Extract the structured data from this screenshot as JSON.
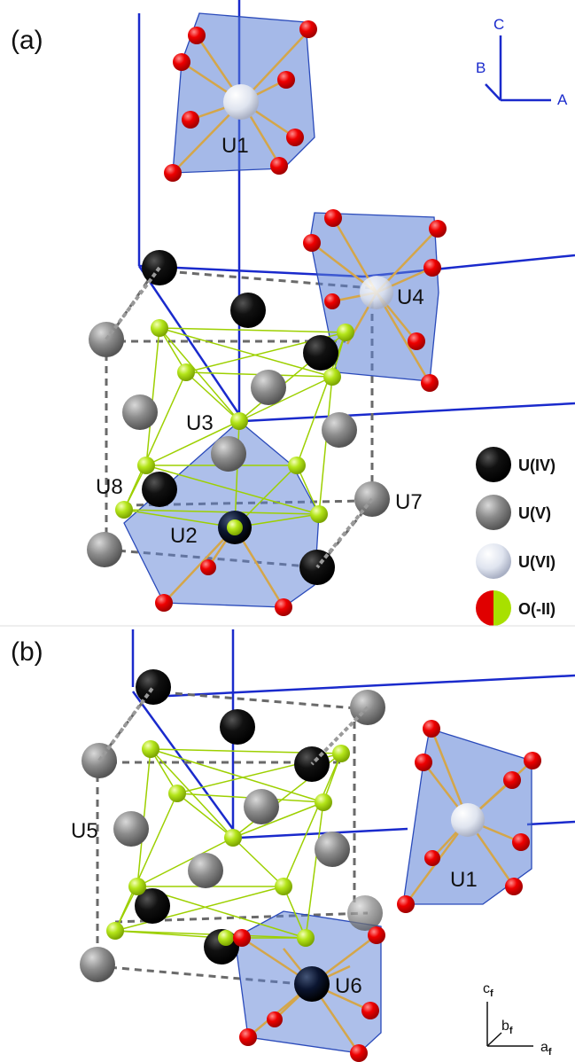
{
  "panels": {
    "a": {
      "label": "(a)",
      "axes": {
        "a": "A",
        "b": "B",
        "c": "C"
      },
      "atoms": {
        "U1": "U1",
        "U2": "U2",
        "U3": "U3",
        "U4": "U4",
        "U7": "U7",
        "U8": "U8"
      }
    },
    "b": {
      "label": "(b)",
      "axes": {
        "a": "a",
        "a_sub": "f",
        "b": "b",
        "b_sub": "f",
        "c": "c",
        "c_sub": "f"
      },
      "atoms": {
        "U5": "U5",
        "U6": "U6",
        "U1": "U1"
      }
    }
  },
  "legend": [
    {
      "key": "uiv",
      "label": "U(IV)",
      "color": "#000000"
    },
    {
      "key": "uv",
      "label": "U(V)",
      "color": "#8a8a8a"
    },
    {
      "key": "uvi",
      "label": "U(VI)",
      "color": "#f2f2f2"
    },
    {
      "key": "o",
      "label": "O(-II)",
      "colors": [
        "#e00000",
        "#a8e000"
      ]
    }
  ],
  "colors": {
    "cell_edge": "#1a2acc",
    "polyhedron_fill": "#5b7fd6",
    "oxygen_red": "#e00000",
    "oxygen_green": "#a8e000",
    "bond_gold": "#d4a64a",
    "dashed_cell": "#6a6a6a"
  },
  "icons": [
    "u-iv-sphere-icon",
    "u-v-sphere-icon",
    "u-vi-sphere-icon",
    "oxygen-sphere-icon"
  ]
}
